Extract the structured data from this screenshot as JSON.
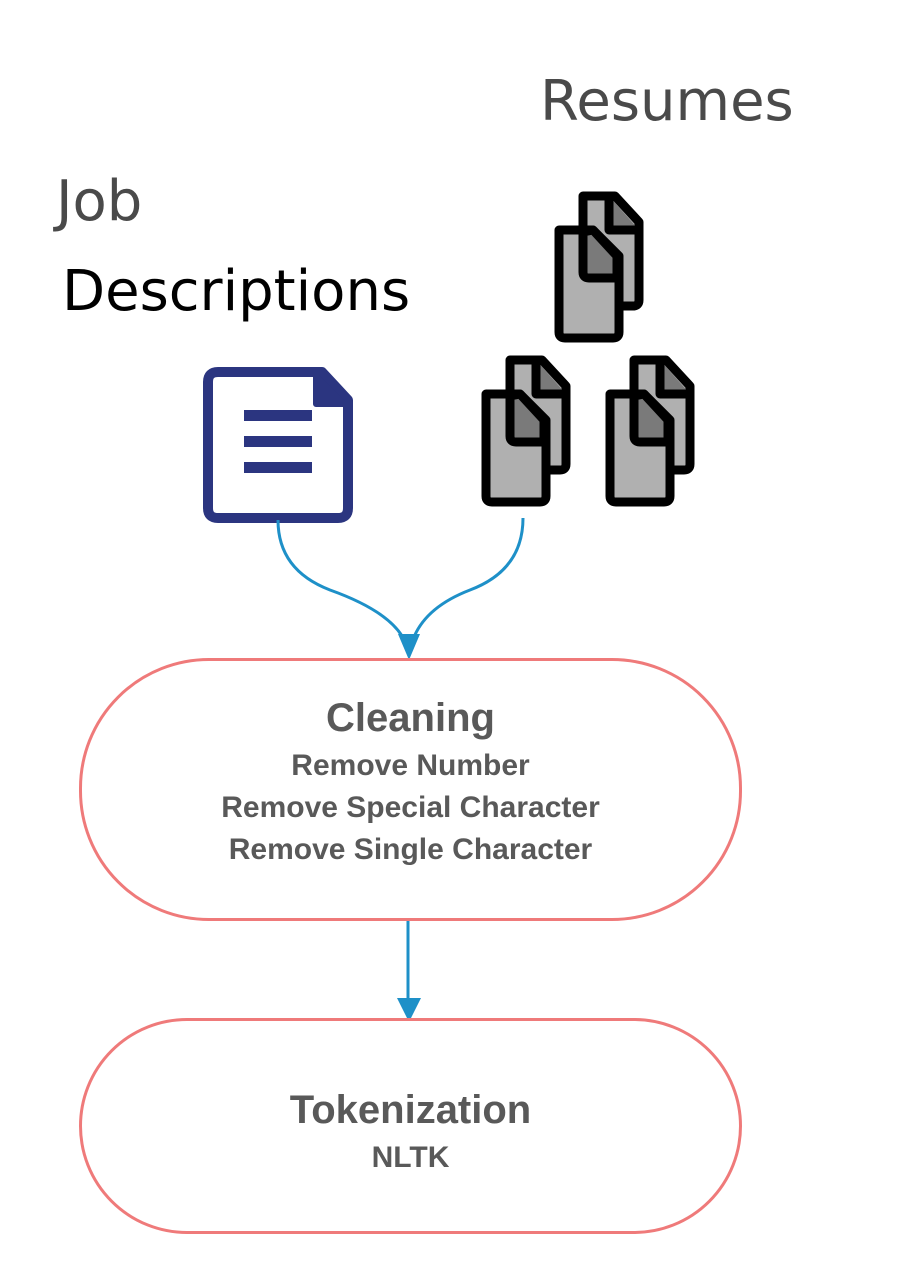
{
  "labels": {
    "resumes": "Resumes",
    "job_line1": "Job",
    "job_line2": "Descriptions"
  },
  "steps": {
    "cleaning": {
      "title": "Cleaning",
      "items": [
        "Remove Number",
        "Remove Special Character",
        "Remove Single Character"
      ]
    },
    "tokenization": {
      "title": "Tokenization",
      "items": [
        "NLTK"
      ]
    }
  },
  "colors": {
    "pill_border": "#ef7a7a",
    "arrow": "#1e90c8",
    "job_doc": "#2b3580",
    "resume_fill": "#b0b0b0",
    "resume_fold": "#7a7a7a"
  },
  "icons": {
    "job_description": "document-lines-icon",
    "resume": "stacked-documents-icon"
  }
}
